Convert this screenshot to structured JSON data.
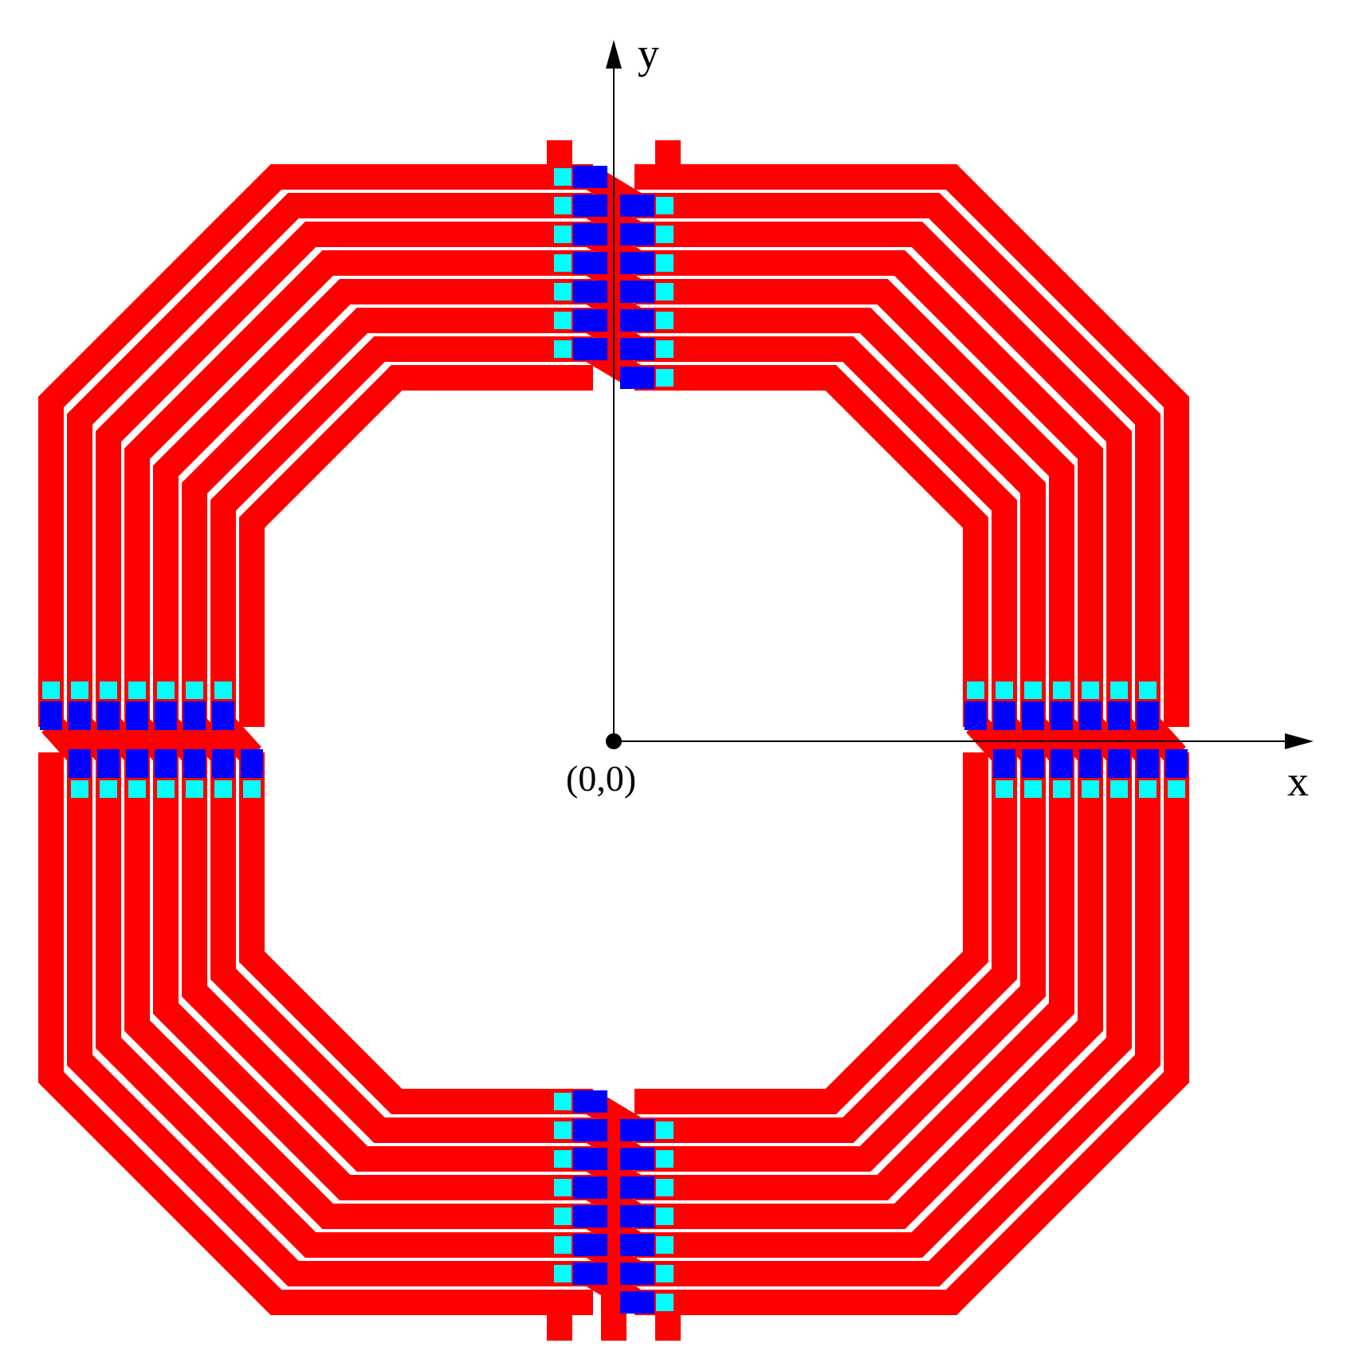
{
  "axes": {
    "x_label": "x",
    "y_label": "y",
    "origin_label": "(0,0)"
  },
  "colors": {
    "metal_top": "#ff0000",
    "metal_underpass": "#0000ff",
    "via": "#00ffff",
    "via_border": "#ff0000",
    "gap": "#ffffff",
    "axis": "#000000"
  },
  "winding": {
    "shape": "octagon",
    "turn_count": 8,
    "port_terminals_top": 2,
    "port_terminals_bottom": 3
  }
}
